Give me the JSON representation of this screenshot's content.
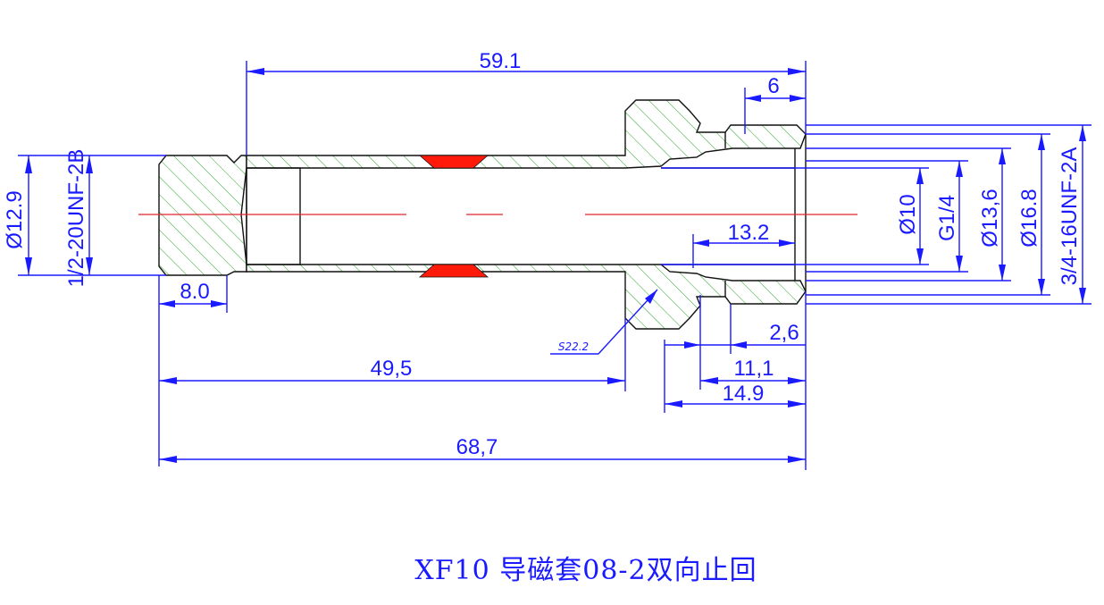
{
  "drawing": {
    "title": "XF10 导磁套08-2双向止回",
    "dimensions": {
      "overall_length": "68,7",
      "sleeve_length": "59.1",
      "left_to_hex": "49,5",
      "left_thread_len": "8.0",
      "right_thread_len": "6",
      "bore_depth": "13.2",
      "small_2_6": "2,6",
      "len_11_1": "11,1",
      "len_14_9": "14.9",
      "dia_left": "Ø12.9",
      "thread_left": "1/2-20UNF-2B",
      "dia_10": "Ø10",
      "g_1_4": "G1/4",
      "dia_13_6": "Ø13,6",
      "dia_16_8": "Ø16.8",
      "thread_right": "3/4-16UNF-2A",
      "hex_size": "S22.2"
    },
    "colors": {
      "dimension": "#1a1aff",
      "hatch": "#2aa52a",
      "seal": "#ff1a0a",
      "centerline": "#e0262a",
      "outline": "#111111"
    }
  }
}
